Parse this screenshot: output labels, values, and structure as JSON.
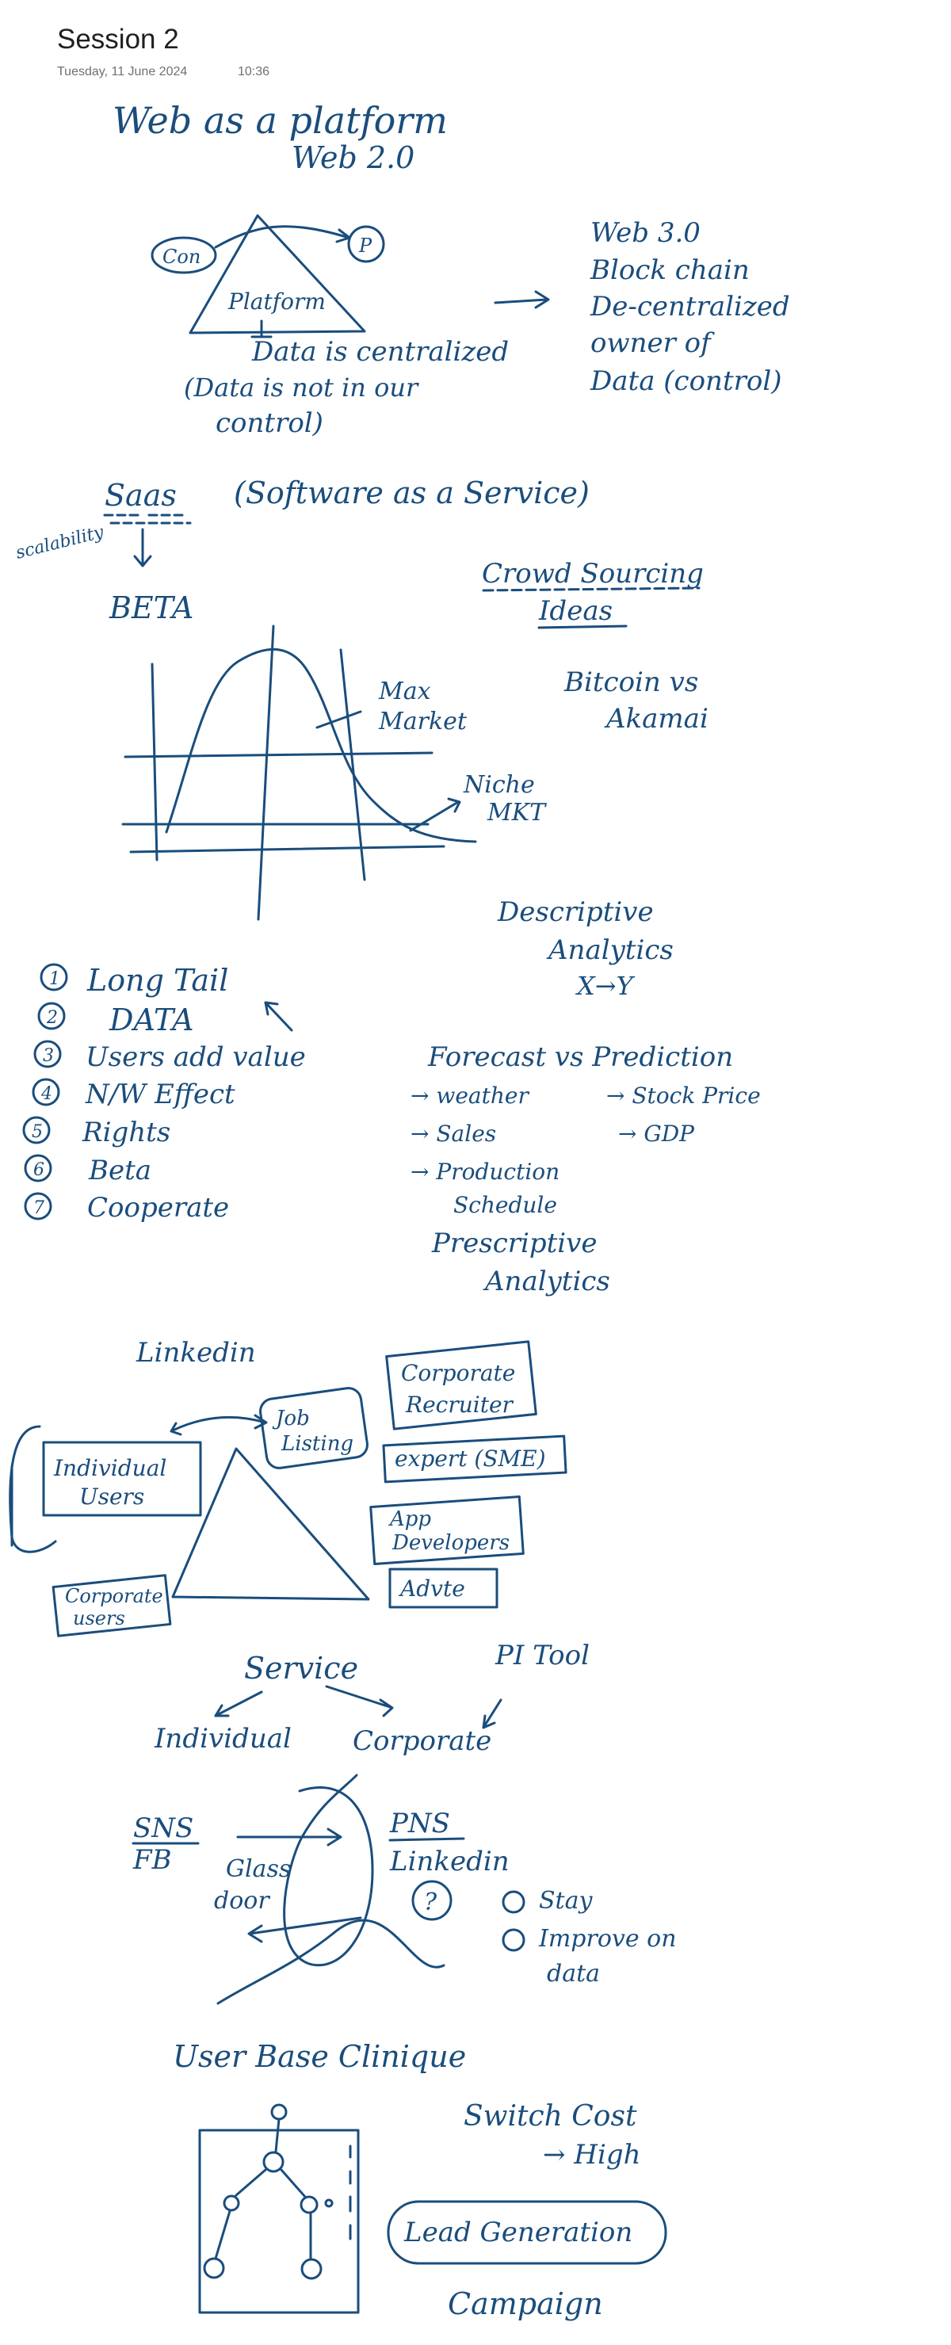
{
  "page": {
    "title": "Session 2",
    "date": "Tuesday, 11 June 2024",
    "time": "10:36"
  },
  "ink_color": "#1a4d7c",
  "notes": {
    "web_platform": "Web as a platform",
    "web2": "Web 2.0",
    "consumer": "Con",
    "producer": "P",
    "platform": "Platform",
    "centralized": "Data is centralized",
    "not_in_control_1": "(Data is not in our",
    "not_in_control_2": "control)",
    "web3": [
      "Web 3.0",
      "Block chain",
      "De-centralized",
      "owner of",
      "Data (control)"
    ],
    "saas": "Saas",
    "saas_full": "(Software as a Service)",
    "scalability": "scalability",
    "beta": "BETA",
    "crowd_sourcing": "Crowd Sourcing",
    "ideas": "Ideas",
    "bitcoin": "Bitcoin vs",
    "akamai": "Akamai",
    "max_market": [
      "Max",
      "Market"
    ],
    "niche": [
      "Niche",
      "MKT"
    ],
    "descriptive": [
      "Descriptive",
      "Analytics",
      "X→Y"
    ],
    "list": [
      {
        "n": "1",
        "t": "Long Tail"
      },
      {
        "n": "2",
        "t": "DATA"
      },
      {
        "n": "3",
        "t": "Users add value"
      },
      {
        "n": "4",
        "t": "N/W Effect"
      },
      {
        "n": "5",
        "t": "Rights"
      },
      {
        "n": "6",
        "t": "Beta"
      },
      {
        "n": "7",
        "t": "Cooperate"
      }
    ],
    "forecast_vs_prediction": "Forecast vs Prediction",
    "forecast_items": [
      "→ weather",
      "→ Sales",
      "→ Production",
      "Schedule"
    ],
    "prediction_items": [
      "→ Stock Price",
      "→ GDP"
    ],
    "prescriptive": [
      "Prescriptive",
      "Analytics"
    ],
    "linkedin": "Linkedin",
    "job_listing": [
      "Job",
      "Listing"
    ],
    "individual_users": [
      "Individual",
      "Users"
    ],
    "corporate_users": [
      "Corporate",
      "users"
    ],
    "corporate_recruiter": [
      "Corporate",
      "Recruiter"
    ],
    "expert": "expert (SME)",
    "app_developers": [
      "App",
      "Developers"
    ],
    "advertise": "Advte",
    "service": "Service",
    "individual": "Individual",
    "corporate": "Corporate",
    "pitool": "PI Tool",
    "sns": "SNS",
    "fb": "FB",
    "pns": "PNS",
    "linkedin2": "Linkedin",
    "glassdoor": [
      "Glass",
      "door"
    ],
    "question": "?",
    "stay": "Stay",
    "improve": [
      "Improve on",
      "data"
    ],
    "user_base": "User Base Clinique",
    "switch_cost": "Switch Cost",
    "high": "→ High",
    "lead_generation": "Lead Generation",
    "campaign": "Campaign"
  }
}
